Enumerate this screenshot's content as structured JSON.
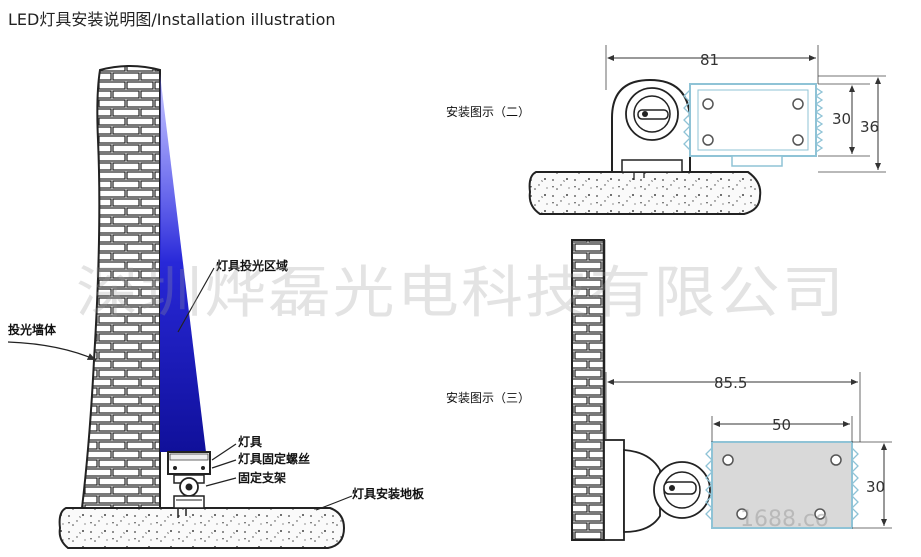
{
  "title": "LED灯具安装说明图/Installation illustration",
  "labels": {
    "projection_area": "灯具投光区域",
    "wall": "投光墙体",
    "fixture": "灯具",
    "fixture_screw": "灯具固定螺丝",
    "bracket": "固定支架",
    "floor": "灯具安装地板",
    "install_2": "安装图示（二）",
    "install_3": "安装图示（三）"
  },
  "dimensions": {
    "d81": "81",
    "d30_a": "30",
    "d36": "36",
    "d85_5": "85.5",
    "d50": "50",
    "d30_b": "30"
  },
  "watermark": {
    "company": "深圳烨磊光电科技有限公司",
    "site_fragment": "1688.co"
  },
  "colors": {
    "beam": "#2a2ad6",
    "line": "#222222",
    "fixture_grey": "#d9d9d9",
    "fixture_outline": "#8fc3d6"
  }
}
